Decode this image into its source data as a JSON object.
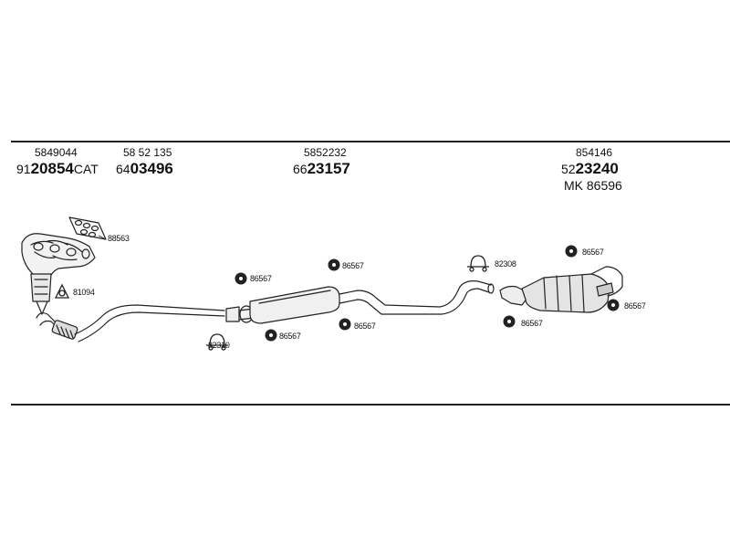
{
  "header_labels": {
    "manifold": {
      "ref": "5849044",
      "prefix": "91",
      "number": "20854",
      "suffix": "CAT"
    },
    "front_pipe": {
      "ref": "58 52 135",
      "prefix": "64",
      "number": "03496",
      "suffix": ""
    },
    "middle_silencer": {
      "ref": "5852232",
      "prefix": "66",
      "number": "23157",
      "suffix": ""
    },
    "rear_silencer": {
      "ref": "854146",
      "prefix": "52",
      "number": "23240",
      "suffix": "",
      "kit": "MK  86596"
    }
  },
  "callouts": {
    "c1": "88563",
    "c2": "81094",
    "c3": "86567",
    "c4": "82310",
    "c5": "86567",
    "c6": "86567",
    "c7": "86567",
    "c8": "82308",
    "c9": "86567",
    "c10": "86567",
    "c11": "86567"
  },
  "icons": {
    "gasket": "gasket-icon",
    "rubber_mount": "rubber-mount-icon",
    "clamp": "clamp-icon",
    "ring": "sealing-ring-icon"
  }
}
